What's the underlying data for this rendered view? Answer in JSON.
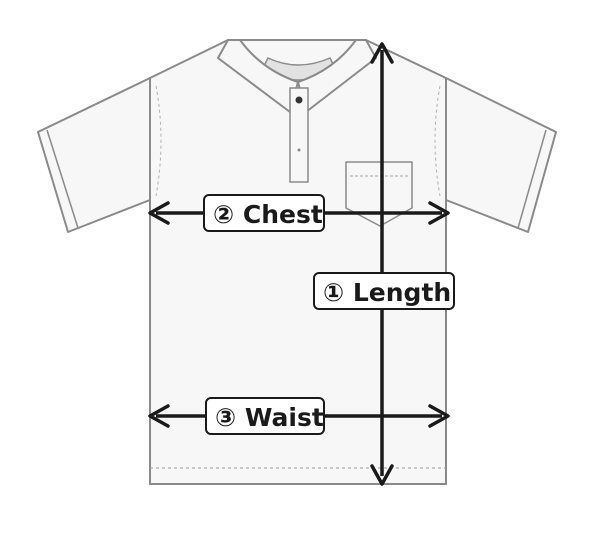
{
  "labels": {
    "chest": "② Chest",
    "length": "① Length",
    "waist": "③ Waist"
  },
  "colors": {
    "outline": "#8a8a8a",
    "shirt_fill": "#f7f7f7",
    "arrow": "#1a1a1a",
    "collar_inner": "#e2e2e2"
  }
}
